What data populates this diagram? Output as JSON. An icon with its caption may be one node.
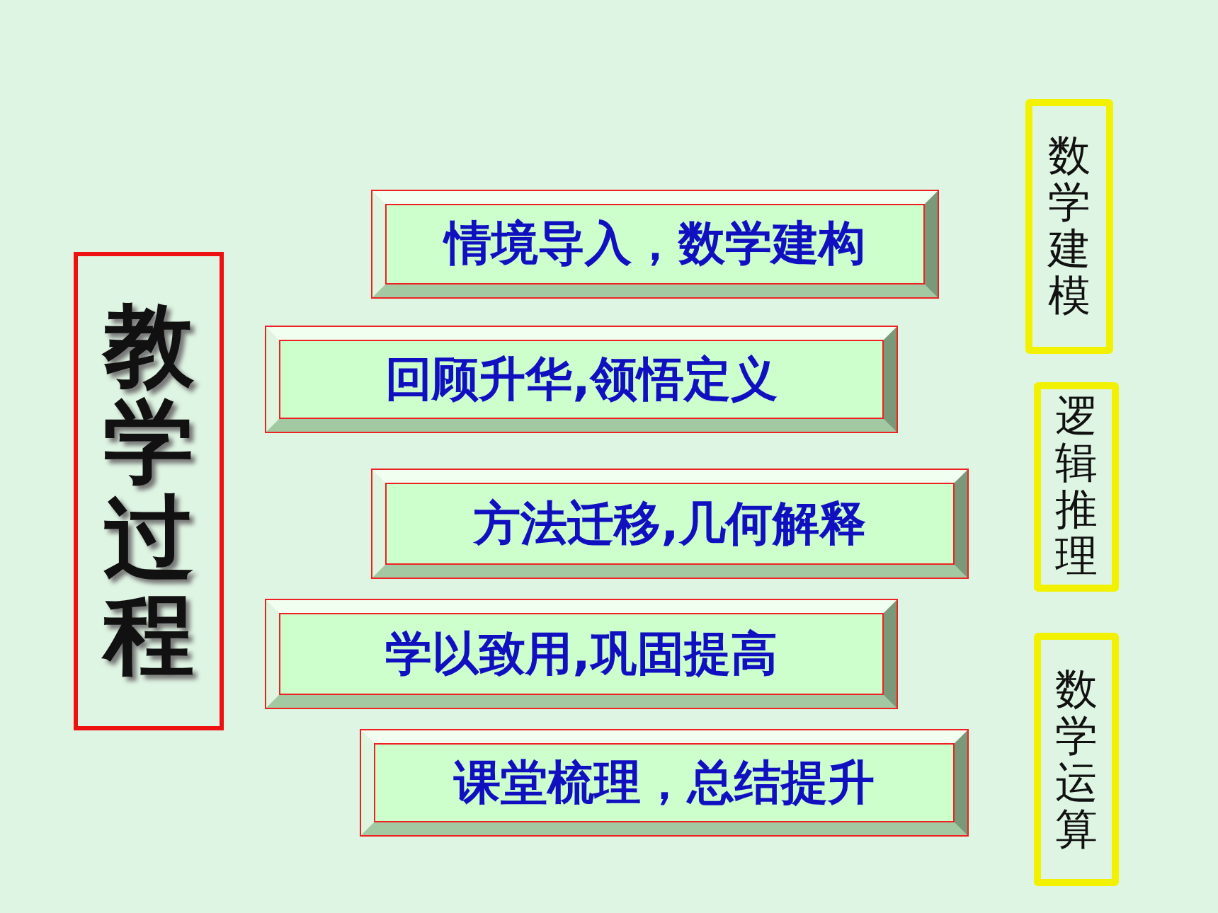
{
  "diagram": {
    "nodes": [
      {
        "text": [
          "教学过程"
        ]
      },
      {
        "text": [
          "情境导入，数学建构"
        ]
      },
      {
        "text": [
          "回顾升华,领悟定义"
        ]
      },
      {
        "text": [
          "方法迁移,几何解释"
        ]
      },
      {
        "text": [
          "学以致用,巩固提高"
        ]
      },
      {
        "text": [
          "课堂梳理，总结提升"
        ]
      },
      {
        "text": [
          "数学建模"
        ]
      },
      {
        "text": [
          "逻辑推理"
        ]
      },
      {
        "text": [
          "数学运算"
        ]
      }
    ],
    "edges": []
  }
}
